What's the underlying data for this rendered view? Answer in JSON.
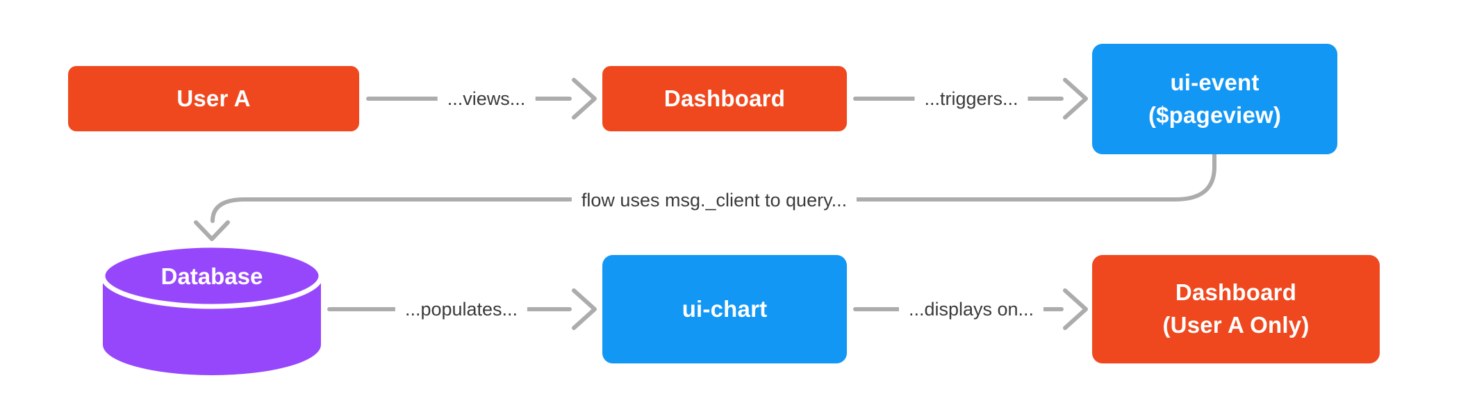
{
  "nodes": {
    "user_a": {
      "label": "User A",
      "color": "#F0481E"
    },
    "dashboard": {
      "label": "Dashboard",
      "color": "#F0481E"
    },
    "ui_event": {
      "line1": "ui-event",
      "line2": "($pageview)",
      "color": "#1297F5"
    },
    "database": {
      "label": "Database",
      "color": "#9747FB"
    },
    "ui_chart": {
      "label": "ui-chart",
      "color": "#1297F5"
    },
    "dashboard_user_a_only": {
      "line1": "Dashboard",
      "line2": "(User A Only)",
      "color": "#F0481E"
    }
  },
  "edges": {
    "views": {
      "label": "...views..."
    },
    "triggers": {
      "label": "...triggers..."
    },
    "query": {
      "label": "flow uses msg._client to query..."
    },
    "populates": {
      "label": "...populates..."
    },
    "displays_on": {
      "label": "...displays on..."
    }
  },
  "colors": {
    "connector": "#ACACAC",
    "label_text": "#3A3A3A",
    "node_text": "#FFFFFF",
    "background": "#FFFFFF",
    "cylinder_gap": "#FFFFFF"
  }
}
